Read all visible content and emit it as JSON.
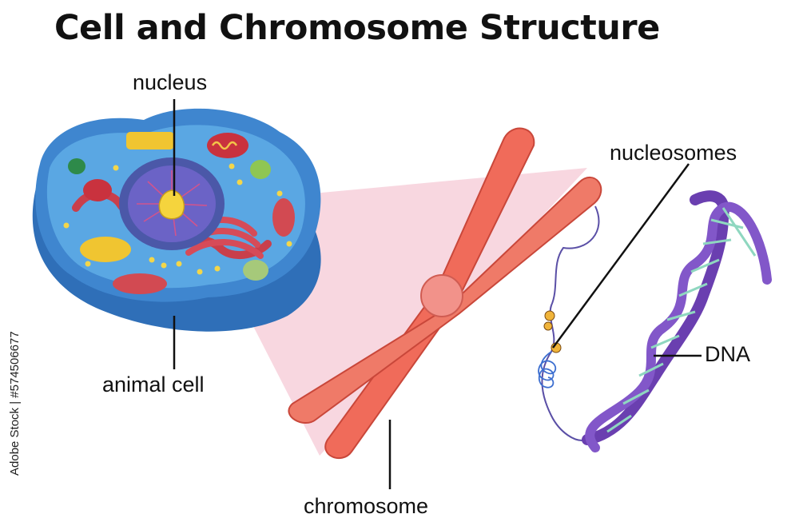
{
  "title": "Cell and Chromosome Structure",
  "labels": {
    "nucleus": "nucleus",
    "animal_cell": "animal cell",
    "chromosome": "chromosome",
    "nucleosomes": "nucleosomes",
    "dna": "DNA"
  },
  "stock_id": "Adobe Stock | #574506677",
  "colors": {
    "cell_outer": "#3f86cf",
    "cell_inner": "#5aa7e3",
    "nucleus": "#6b63c6",
    "nucleolus": "#f5d43d",
    "organelle_red": "#d24a52",
    "chromosome": "#f06b5a",
    "centromere": "#f2928a",
    "dna_backbone": "#6a3fb0",
    "dna_rungs": "#8fd7c0",
    "zoom_wedge": "#f6c9d6"
  }
}
